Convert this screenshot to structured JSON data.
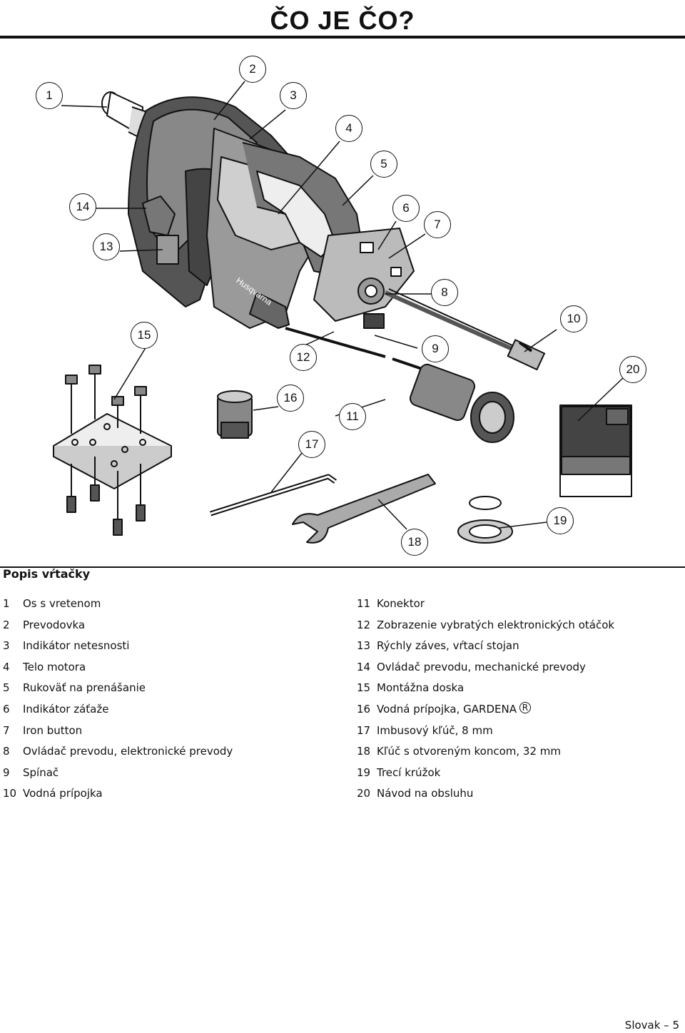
{
  "header": {
    "title": "ČO JE ČO?"
  },
  "figure": {
    "callouts": [
      {
        "num": "1"
      },
      {
        "num": "2"
      },
      {
        "num": "3"
      },
      {
        "num": "4"
      },
      {
        "num": "5"
      },
      {
        "num": "6"
      },
      {
        "num": "7"
      },
      {
        "num": "8"
      },
      {
        "num": "9"
      },
      {
        "num": "10"
      },
      {
        "num": "11"
      },
      {
        "num": "12"
      },
      {
        "num": "13"
      },
      {
        "num": "14"
      },
      {
        "num": "15"
      },
      {
        "num": "16"
      },
      {
        "num": "17"
      },
      {
        "num": "18"
      },
      {
        "num": "19"
      },
      {
        "num": "20"
      }
    ],
    "brand_mark": "Husqvarna"
  },
  "section": {
    "title": "Popis vŕtačky"
  },
  "legend_left": [
    {
      "num": "1",
      "text": "Os s vretenom"
    },
    {
      "num": "2",
      "text": "Prevodovka"
    },
    {
      "num": "3",
      "text": "Indikátor netesnosti"
    },
    {
      "num": "4",
      "text": "Telo motora"
    },
    {
      "num": "5",
      "text": "Rukoväť na prenášanie"
    },
    {
      "num": "6",
      "text": "Indikátor záťaže"
    },
    {
      "num": "7",
      "text": "Iron button"
    },
    {
      "num": "8",
      "text": "Ovládač prevodu, elektronické prevody"
    },
    {
      "num": "9",
      "text": "Spínač"
    },
    {
      "num": "10",
      "text": "Vodná prípojka"
    }
  ],
  "legend_right": [
    {
      "num": "11",
      "text": "Konektor"
    },
    {
      "num": "12",
      "text": "Zobrazenie vybratých elektronických otáčok"
    },
    {
      "num": "13",
      "text": "Rýchly záves, vŕtací stojan"
    },
    {
      "num": "14",
      "text": "Ovládač prevodu, mechanické prevody"
    },
    {
      "num": "15",
      "text": "Montážna doska"
    },
    {
      "num": "16",
      "text": "Vodná prípojka, GARDENA"
    },
    {
      "num": "17",
      "text": "Imbusový kľúč, 8 mm"
    },
    {
      "num": "18",
      "text": "Kľúč s otvoreným koncom, 32 mm"
    },
    {
      "num": "19",
      "text": "Trecí krúžok"
    },
    {
      "num": "20",
      "text": "Návod na obsluhu"
    }
  ],
  "registered_mark": "R",
  "footer": {
    "text": "Slovak – 5"
  }
}
